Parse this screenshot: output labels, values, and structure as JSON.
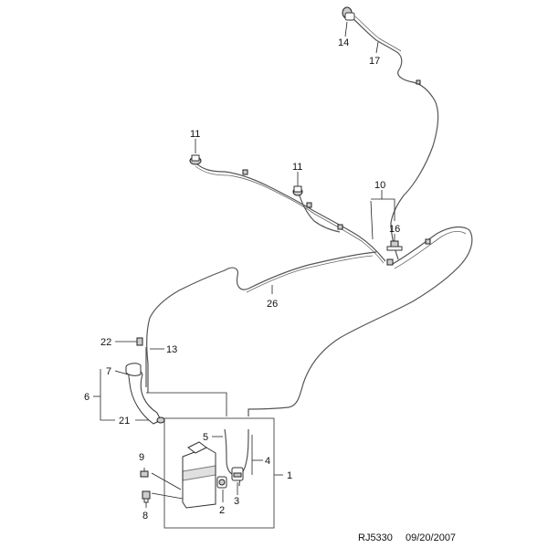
{
  "diagram": {
    "callouts": {
      "c1": "1",
      "c2": "2",
      "c3": "3",
      "c4": "4",
      "c5": "5",
      "c6": "6",
      "c7": "7",
      "c8": "8",
      "c9": "9",
      "c10": "10",
      "c11a": "11",
      "c11b": "11",
      "c13": "13",
      "c14": "14",
      "c16": "16",
      "c17": "17",
      "c21": "21",
      "c22": "22",
      "c26": "26"
    },
    "footer": {
      "drawing_id": "RJ5330",
      "date": "09/20/2007"
    }
  }
}
